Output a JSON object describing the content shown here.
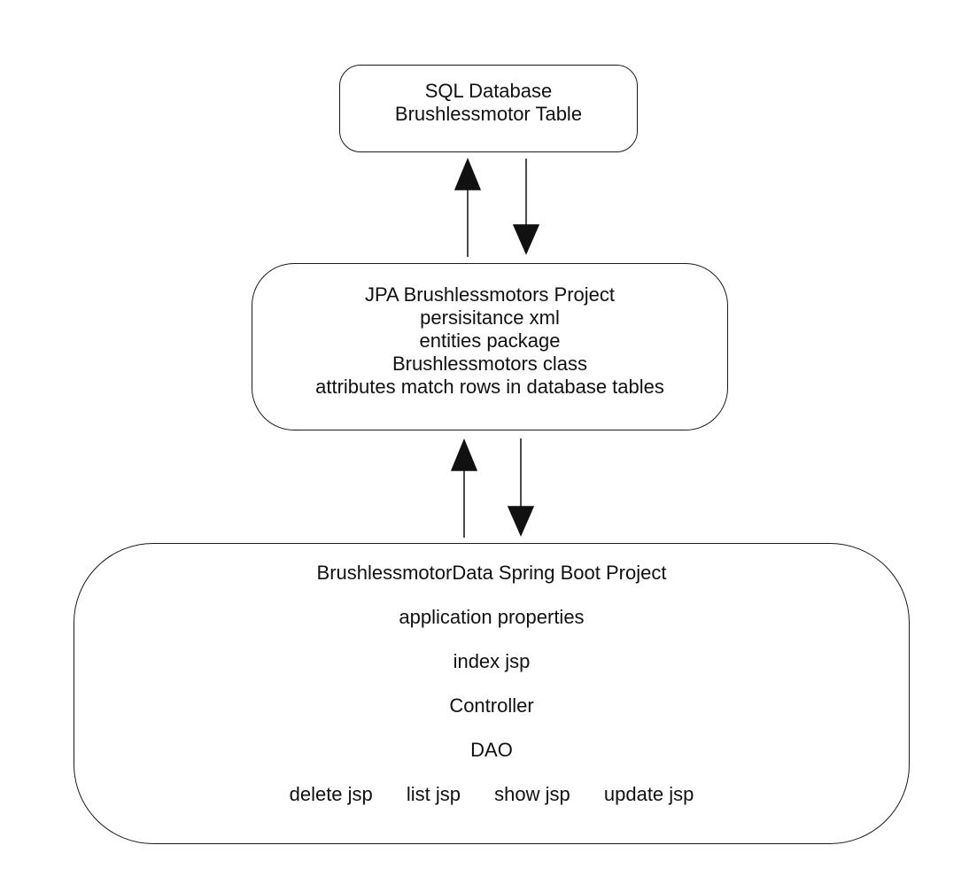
{
  "database_box": {
    "lines": [
      "SQL Database",
      "Brushlessmotor Table"
    ]
  },
  "jpa_box": {
    "lines": [
      "JPA Brushlessmotors Project",
      "persisitance xml",
      "entities package",
      "Brushlessmotors class",
      "attributes match rows in database tables"
    ]
  },
  "boot_box": {
    "lines": [
      "BrushlessmotorData Spring Boot Project",
      "application properties",
      "index jsp",
      "Controller",
      "DAO"
    ],
    "jsp_files": [
      "delete jsp",
      "list jsp",
      "show jsp",
      "update jsp"
    ]
  },
  "connections": [
    {
      "from": "jpa_box",
      "to": "database_box",
      "direction": "up"
    },
    {
      "from": "database_box",
      "to": "jpa_box",
      "direction": "down"
    },
    {
      "from": "boot_box",
      "to": "jpa_box",
      "direction": "up"
    },
    {
      "from": "jpa_box",
      "to": "boot_box",
      "direction": "down"
    }
  ]
}
